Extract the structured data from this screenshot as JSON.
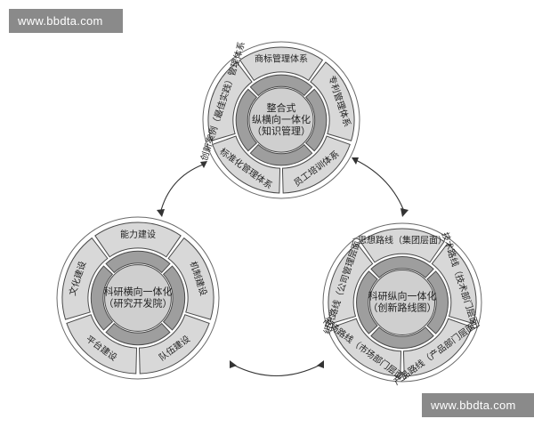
{
  "watermark": "www.bbdta.com",
  "top": {
    "center": [
      "整合式",
      "纵横向一体化",
      "（知识管理）"
    ],
    "segments": [
      "商标管理体系",
      "专利管理体系",
      "员工培训体系",
      "标准化管理体系",
      "创新案例（最佳实践）管理体系"
    ]
  },
  "left": {
    "center": [
      "科研横向一体化",
      "（研究开发院）"
    ],
    "segments": [
      "能力建设",
      "机制建设",
      "队伍建设",
      "平台建设",
      "文化建设"
    ]
  },
  "right": {
    "center": [
      "科研纵向一体化",
      "（创新路线图）"
    ],
    "segments": [
      "思想路线（集团层面）",
      "技术路线（技术部门层面）",
      "产品路线（产品部门层面）",
      "市场路线（市场部门层面）",
      "组织路线（公司管理层面）"
    ]
  }
}
